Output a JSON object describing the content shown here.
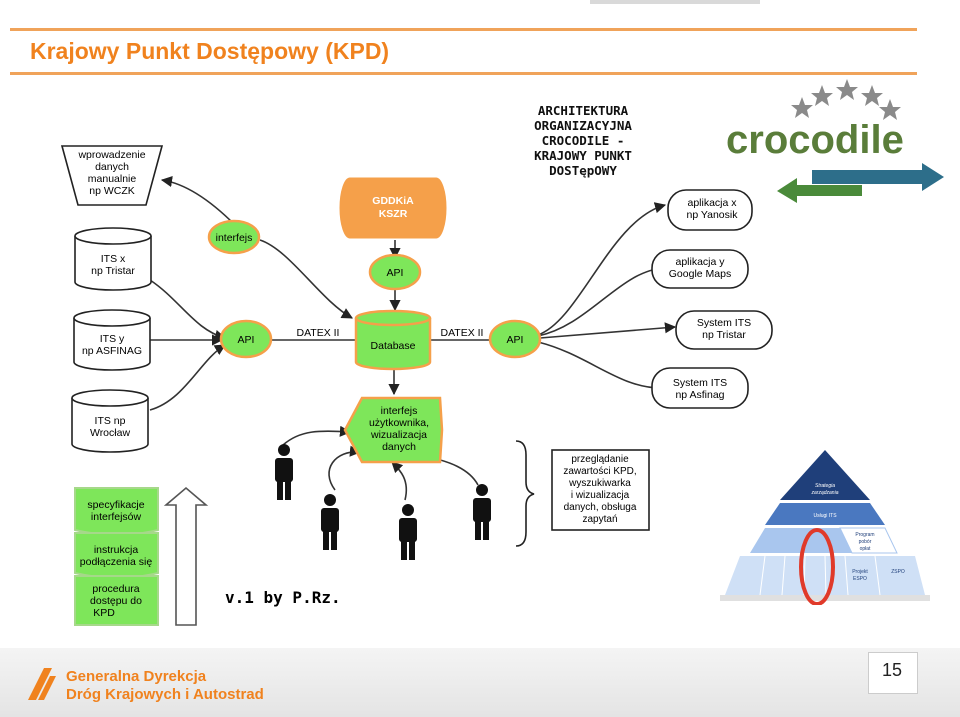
{
  "header": {
    "title": "Krajowy Punkt Dostępowy (KPD)"
  },
  "architecture_title": [
    "ARCHITEKTURA",
    "ORGANIZACYJNA",
    "CROCODILE -",
    "KRAJOWY PUNKT",
    "DOSTępOWY"
  ],
  "crocodile_logo": {
    "text": "crocodile",
    "colors": {
      "text": "#5a7d3a",
      "arrow_green": "#4a8a3a",
      "arrow_blue": "#2d6e8a",
      "stars": "#8a8a8a"
    }
  },
  "diagram": {
    "sources": {
      "manual": [
        "wprowadzenie",
        "danych",
        "manualnie",
        "np WCZK"
      ],
      "its_x": [
        "ITS x",
        "np Tristar"
      ],
      "its_y": [
        "ITS y",
        "np ASFINAG"
      ],
      "its_np": [
        "ITS np",
        "Wrocław"
      ]
    },
    "interfejs": "interfejs",
    "api_left": "API",
    "api_mid": "API",
    "api_right": "API",
    "gddkia": [
      "GDDKiA",
      "KSZR"
    ],
    "database": "Database",
    "datex_left": "DATEX II",
    "datex_right": "DATEX II",
    "user_interface": [
      "interfejs",
      "użytkownika,",
      "wizualizacja",
      "danych"
    ],
    "outputs": {
      "app_x": [
        "aplikacja x",
        "np Yanosik"
      ],
      "app_y": [
        "aplikacja y",
        "Google Maps"
      ],
      "sys_tristar": [
        "System ITS",
        "np Tristar"
      ],
      "sys_asfinag": [
        "System ITS",
        "np Asfinag"
      ]
    },
    "browse_box": [
      "przeglądanie",
      "zawartości KPD,",
      "wyszukiwarka",
      "i wizualizacja",
      "danych, obsługa",
      "zapytań"
    ],
    "stack": [
      [
        "specyfikacje",
        "interfejsów"
      ],
      [
        "instrukcja",
        "podłączenia się"
      ],
      [
        "procedura",
        "dostępu do",
        "KPD"
      ]
    ],
    "version": "v.1 by P.Rz.",
    "colors": {
      "green": "#7ee65a",
      "orange": "#f5a04a",
      "stroke": "#333333"
    }
  },
  "pyramid": {
    "top": [
      "Strategia",
      "zarządzania"
    ],
    "second": "Usługi ITS",
    "third": [
      "Program",
      "pobór",
      "opłat"
    ],
    "bottom": [
      "Projekt",
      "ESPO",
      "ZSPO"
    ],
    "colors": {
      "dark": "#1f3f7a",
      "mid": "#4a78c0",
      "light": "#a9c6ee",
      "highlight": "#e03a2a"
    }
  },
  "footer": {
    "org_line1": "Generalna Dyrekcja",
    "org_line2": "Dróg Krajowych i Autostrad",
    "page": "15"
  }
}
